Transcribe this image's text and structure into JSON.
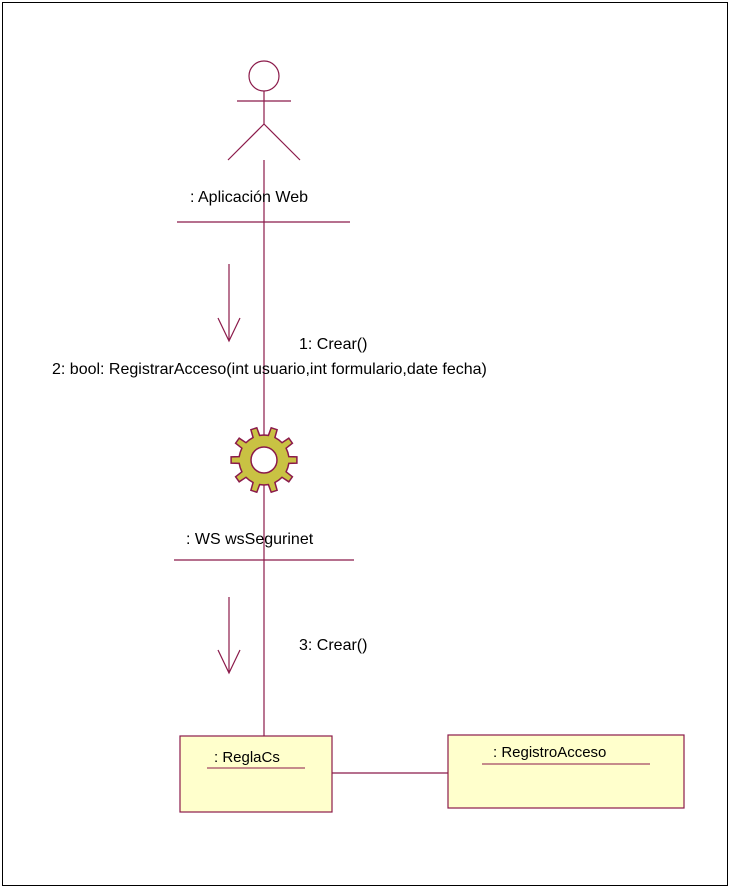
{
  "diagram": {
    "colors": {
      "line": "#8b1a4a",
      "object_fill": "#ffffcc",
      "gear_fill": "#c9c243",
      "frame": "#000000"
    },
    "actor": {
      "name": ": Aplicación Web",
      "icon": "actor-stick-figure-icon"
    },
    "web_service": {
      "name": ": WS wsSegurinet",
      "icon": "gear-icon"
    },
    "objects": [
      {
        "name": ": ReglaCs"
      },
      {
        "name": ": RegistroAcceso"
      }
    ],
    "messages": [
      {
        "label": "1: Crear()"
      },
      {
        "label": "2: bool: RegistrarAcceso(int usuario,int formulario,date fecha)"
      },
      {
        "label": "3: Crear()"
      }
    ]
  }
}
